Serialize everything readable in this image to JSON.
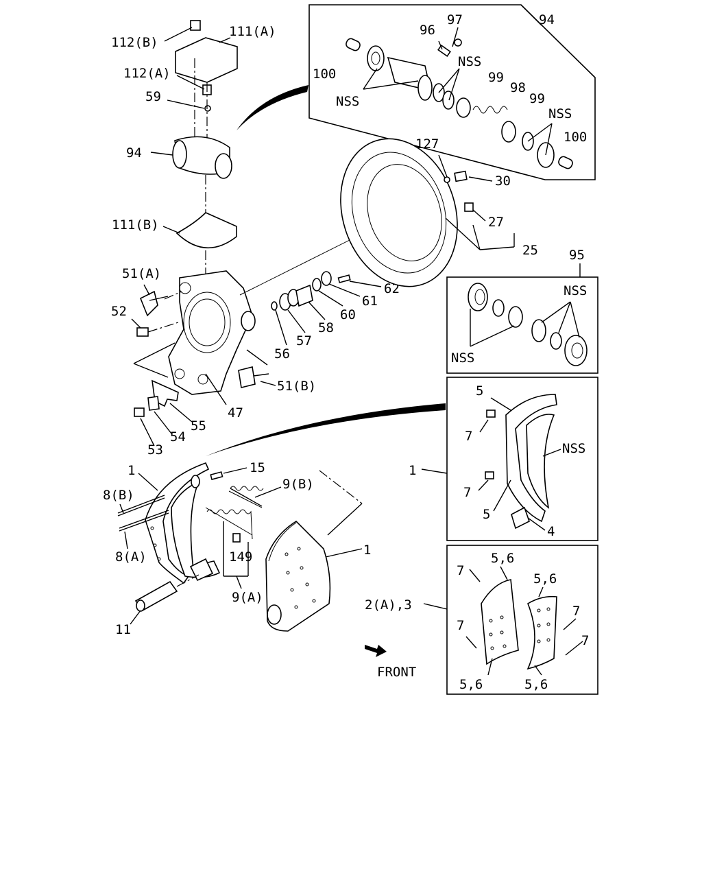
{
  "labels": {
    "l112b": "112(B)",
    "l111a": "111(A)",
    "l112a": "112(A)",
    "l59": "59",
    "l94": "94",
    "l111b": "111(B)",
    "l51a": "51(A)",
    "l52": "52",
    "l47": "47",
    "l53": "53",
    "l54": "54",
    "l55": "55",
    "l56": "56",
    "l57": "57",
    "l58": "58",
    "l60": "60",
    "l61": "61",
    "l62": "62",
    "l51b": "51(B)",
    "l127": "127",
    "l30": "30",
    "l27": "27",
    "l25": "25",
    "l15": "15",
    "l9b": "9(B)",
    "l8b": "8(B)",
    "l8a": "8(A)",
    "l1a": "1",
    "l1b": "1",
    "l149": "149",
    "l9a": "9(A)",
    "l11": "11",
    "front": "FRONT",
    "l1c": "1",
    "l2a3": "2(A),3"
  },
  "box94": {
    "title": "94",
    "l96": "96",
    "l97": "97",
    "l100a": "100",
    "l100b": "100",
    "nss1": "NSS",
    "nss2": "NSS",
    "nss3": "NSS",
    "l99a": "99",
    "l98": "98",
    "l99b": "99"
  },
  "box95": {
    "title": "95",
    "nss1": "NSS",
    "nss2": "NSS"
  },
  "box1": {
    "l5a": "5",
    "l7a": "7",
    "nss": "NSS",
    "l7b": "7",
    "l5b": "5",
    "l4": "4"
  },
  "box2": {
    "l56a": "5,6",
    "l7a": "7",
    "l56b": "5,6",
    "l7b": "7",
    "l7c": "7",
    "l7d": "7",
    "l56c": "5,6",
    "l56d": "5,6"
  }
}
